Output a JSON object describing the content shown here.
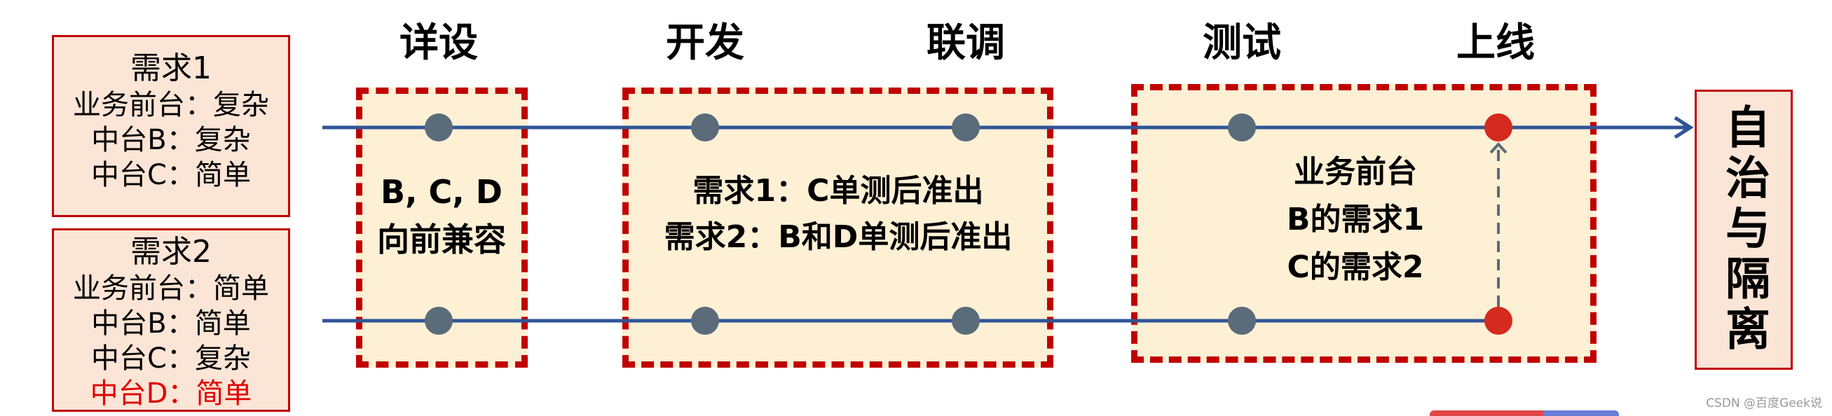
{
  "requirement1": {
    "title": "需求1",
    "lines": [
      "业务前台：复杂",
      "中台B：复杂",
      "中台C：简单"
    ]
  },
  "requirement2": {
    "title": "需求2",
    "lines": [
      "业务前台：简单",
      "中台B：简单",
      "中台C：复杂"
    ],
    "highlight_line": "中台D：简单"
  },
  "phases": [
    "详设",
    "开发",
    "联调",
    "测试",
    "上线"
  ],
  "stage_boxes": {
    "design": [
      "B, C, D",
      "向前兼容"
    ],
    "dev": [
      "需求1：C单测后准出",
      "需求2：B和D单测后准出"
    ],
    "test": [
      "业务前台",
      "B的需求1",
      "C的需求2"
    ]
  },
  "final_label": "自治与隔离",
  "watermark": "CSDN @百度Geek说",
  "colors": {
    "box_fill": "#fbe5d6",
    "box_border": "#c00000",
    "stage_fill": "#fdf0d5",
    "timeline": "#2f5597",
    "node": "#5a6b7a",
    "release_node": "#d52a1e",
    "highlight_text": "#e00000"
  }
}
